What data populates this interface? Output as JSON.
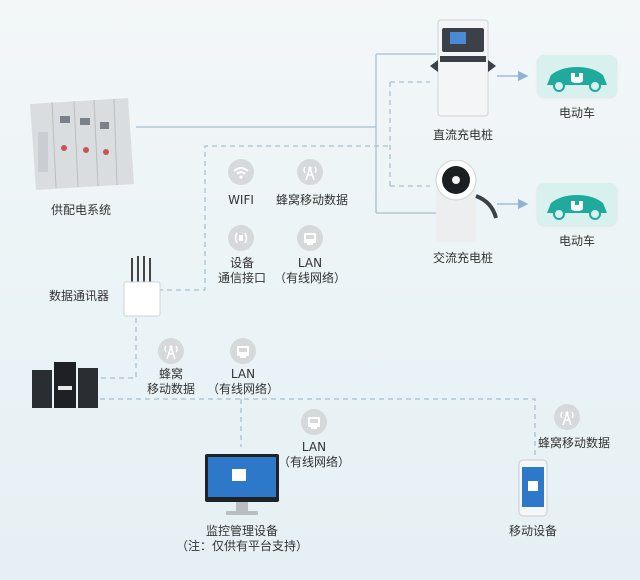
{
  "nodes": {
    "power_system": "供配电系统",
    "dc_charger": "直流充电桩",
    "ac_charger": "交流充电桩",
    "ev_top": "电动车",
    "ev_bottom": "电动车",
    "data_comm": "数据通讯器",
    "monitor": "监控管理设备",
    "monitor_note": "（注：仅供有平台支持）",
    "mobile": "移动设备"
  },
  "links": {
    "wifi": "WIFI",
    "cellular_top": "蜂窝移动数据",
    "device_port_1": "设备",
    "device_port_2": "通信接口",
    "lan_top_1": "LAN",
    "lan_top_2": "（有线网络）",
    "cellular_mid_1": "蜂窝",
    "cellular_mid_2": "移动数据",
    "lan_mid_1": "LAN",
    "lan_mid_2": "（有线网络）",
    "lan_bottom_1": "LAN",
    "lan_bottom_2": "（有线网络）",
    "cellular_right": "蜂窝移动数据"
  },
  "colors": {
    "line": "#a9bfd0",
    "arrow": "#8fb3d6",
    "icon_bg": "#d6d9dc",
    "ev_bg": "#d8f1ee",
    "ev_teal": "#1faa9d"
  }
}
